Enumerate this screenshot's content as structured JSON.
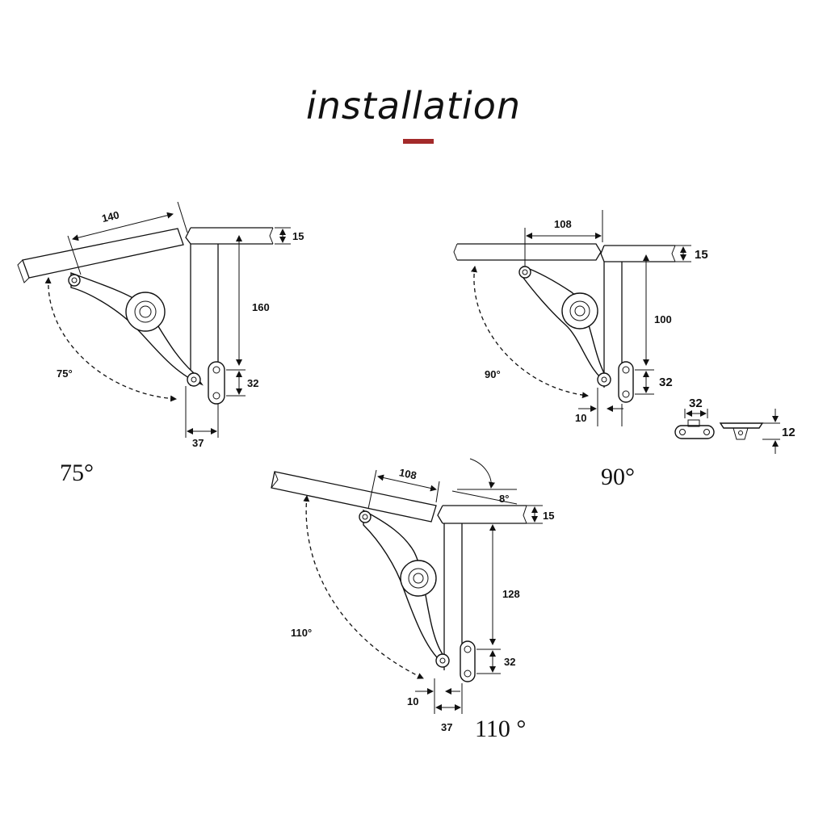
{
  "title": "installation",
  "colors": {
    "accent": "#a32a2a",
    "ink": "#111111"
  },
  "diagrams": [
    {
      "caption": "75°",
      "angle": "75°",
      "dims": {
        "width": "140",
        "thickness": "15",
        "height": "160",
        "hole": "32",
        "offset": "37"
      }
    },
    {
      "caption": "90°",
      "angle": "90°",
      "dims": {
        "width": "108",
        "thickness": "15",
        "height": "100",
        "hole": "32",
        "gap": "10"
      },
      "plate": {
        "width": "32",
        "height": "12"
      }
    },
    {
      "caption": "110 °",
      "angle": "110°",
      "dims": {
        "width": "108",
        "tilt": "8°",
        "thickness": "15",
        "height": "128",
        "hole": "32",
        "gap": "10",
        "offset": "37"
      }
    }
  ]
}
